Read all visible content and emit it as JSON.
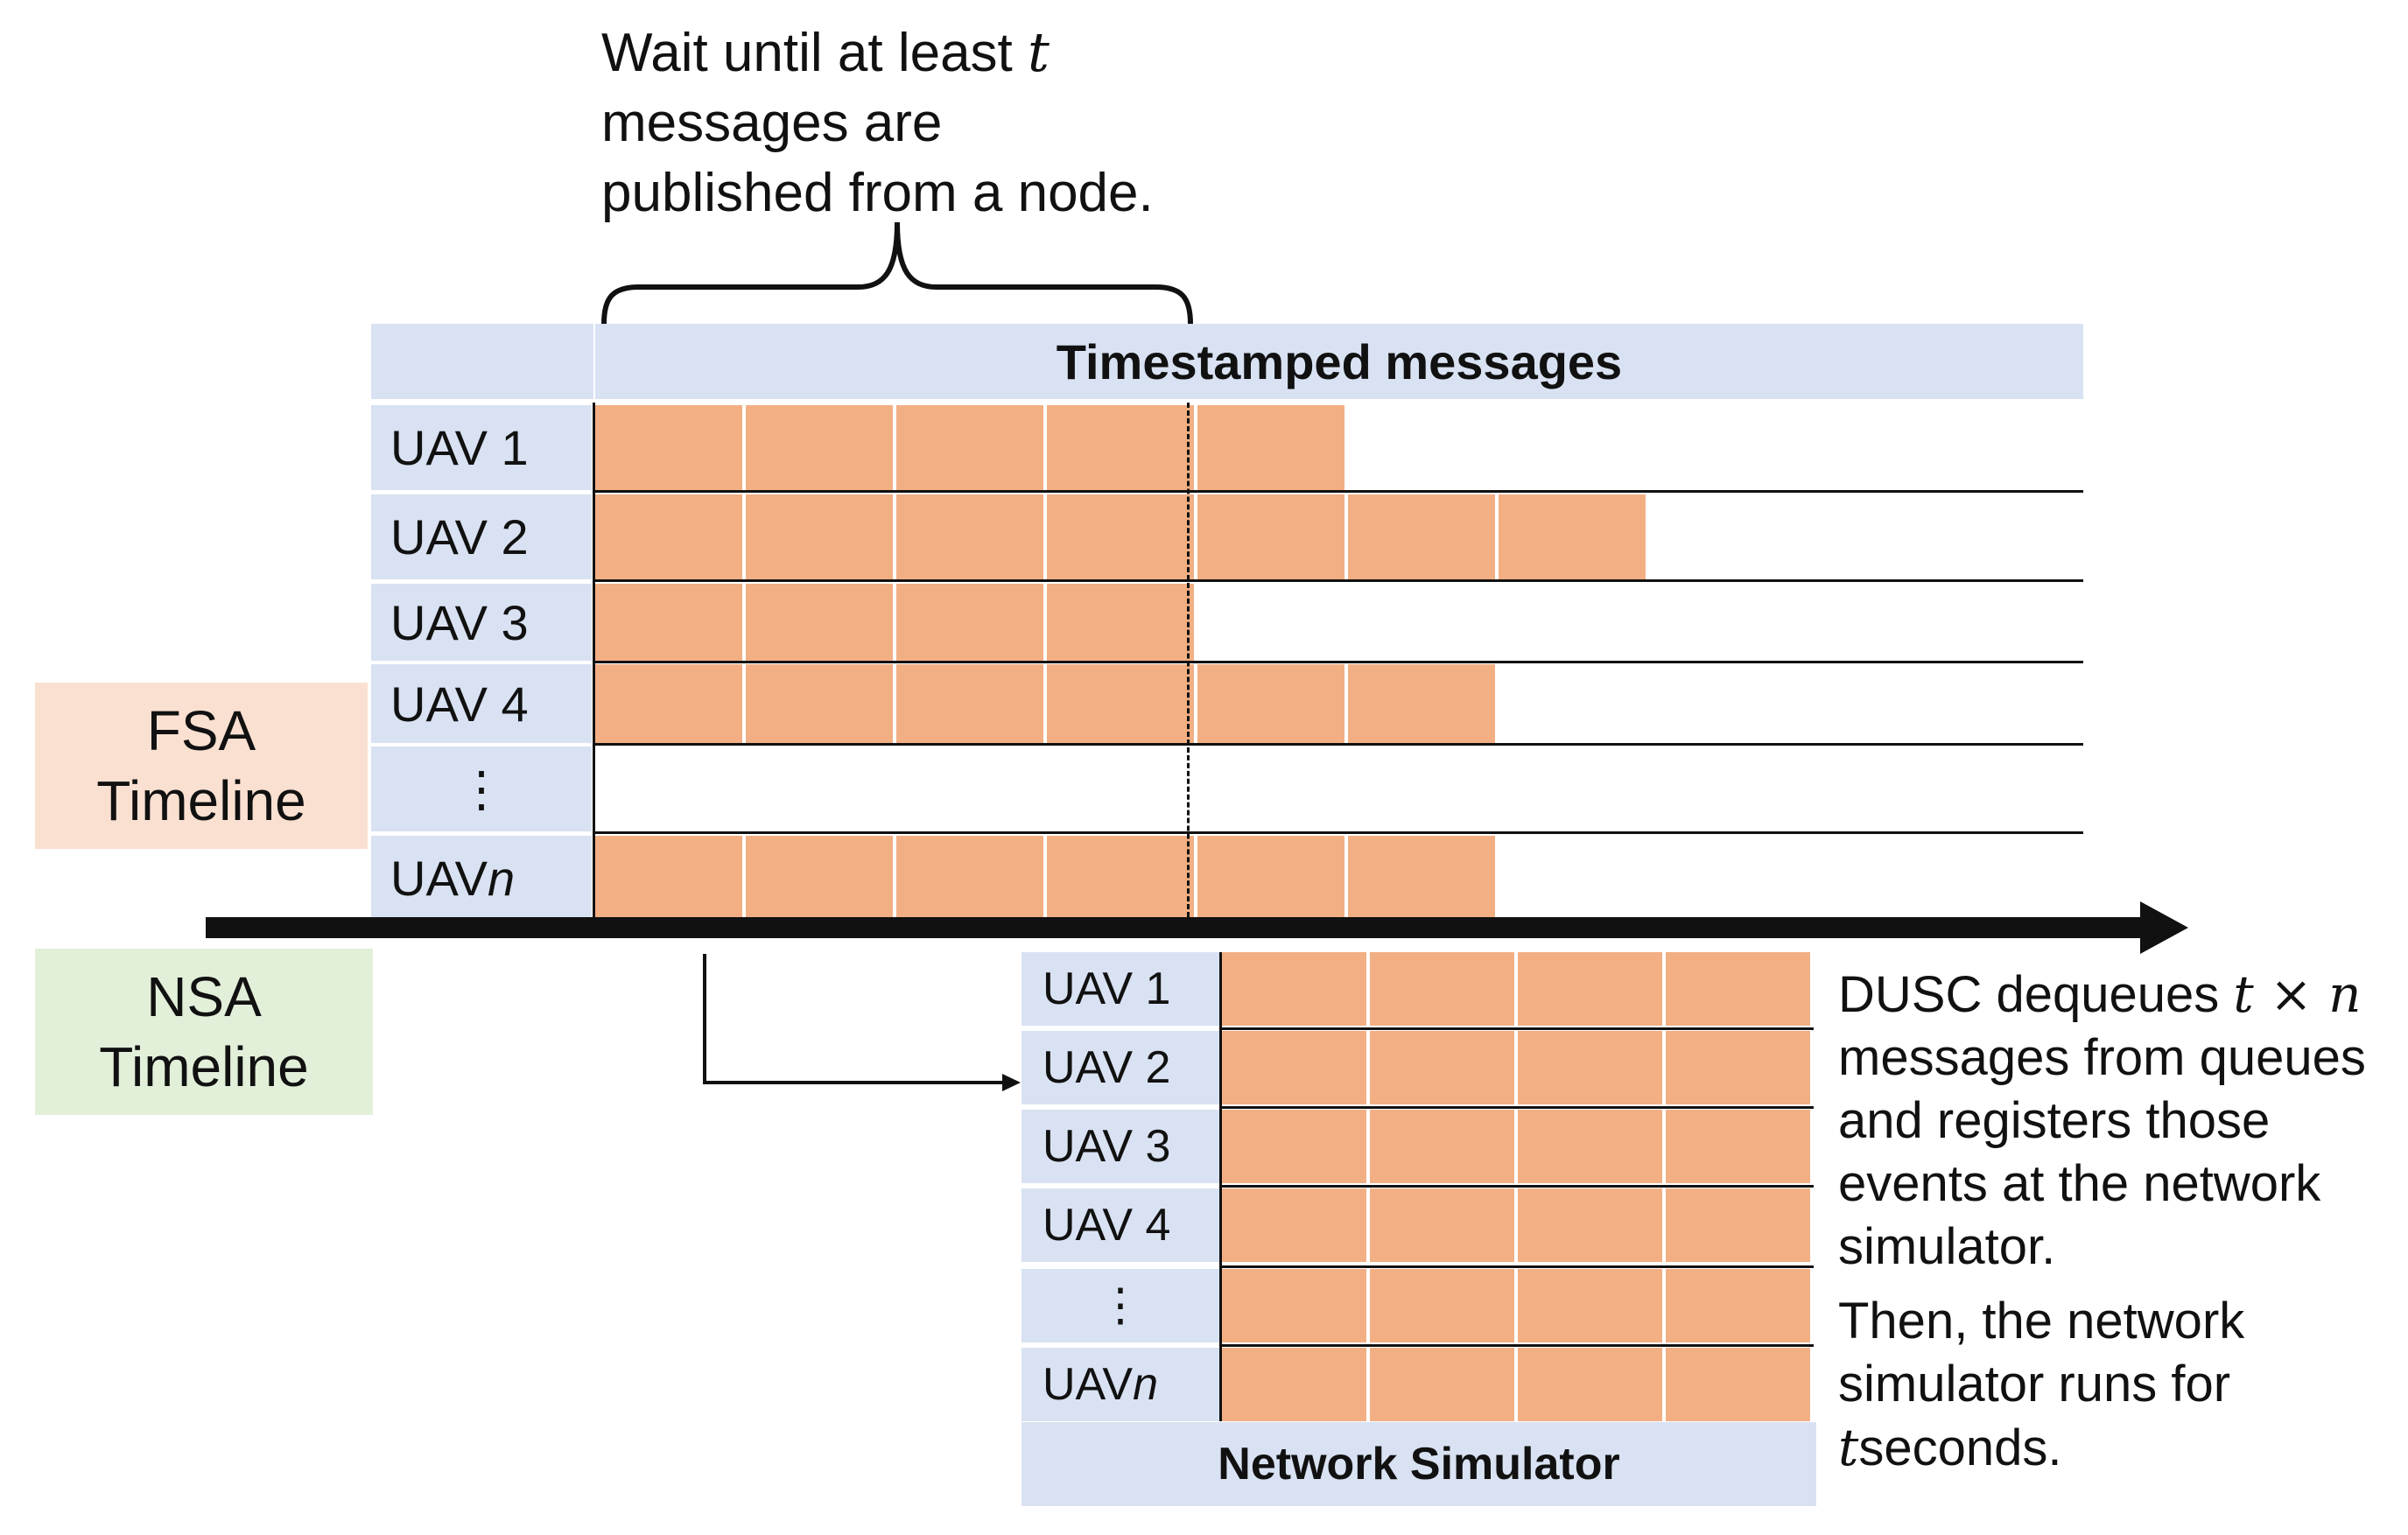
{
  "annotation": {
    "line1": "Wait until at least",
    "var_t": "t",
    "line2": "messages are",
    "line3": "published from a node."
  },
  "fsa_table": {
    "header": "Timestamped messages",
    "rows": [
      {
        "label": "UAV 1",
        "label_var": "",
        "count": 5
      },
      {
        "label": "UAV 2",
        "label_var": "",
        "count": 7
      },
      {
        "label": "UAV 3",
        "label_var": "",
        "count": 4
      },
      {
        "label": "UAV 4",
        "label_var": "",
        "count": 6
      },
      {
        "label": "⋮",
        "label_var": "",
        "count": 0
      },
      {
        "label": "UAV ",
        "label_var": "n",
        "count": 6
      }
    ]
  },
  "timelines": {
    "fsa_line1": "FSA",
    "fsa_line2": "Timeline",
    "nsa_line1": "NSA",
    "nsa_line2": "Timeline"
  },
  "nsa_table": {
    "rows": [
      {
        "label": "UAV 1",
        "label_var": ""
      },
      {
        "label": "UAV 2",
        "label_var": ""
      },
      {
        "label": "UAV 3",
        "label_var": ""
      },
      {
        "label": "UAV 4",
        "label_var": ""
      },
      {
        "label": "⋮",
        "label_var": ""
      },
      {
        "label": "UAV ",
        "label_var": "n"
      }
    ],
    "cells_per_row": 4,
    "footer": "Network Simulator"
  },
  "side_text": {
    "p1_start": "DUSC dequeues",
    "p1_math": "t × n",
    "p1_rest_l1": "messages from queues",
    "p1_rest_l2": "and registers those",
    "p1_rest_l3": "events at the network",
    "p1_rest_l4": "simulator.",
    "p2_l1": "Then, the network",
    "p2_l2": "simulator runs for",
    "p2_var": "t",
    "p2_end": "seconds."
  },
  "colors": {
    "message_cell": "#f2af84",
    "label_bg": "#d9e2f2",
    "fsa_bg": "#fae0d1",
    "nsa_bg": "#e2efd9"
  }
}
